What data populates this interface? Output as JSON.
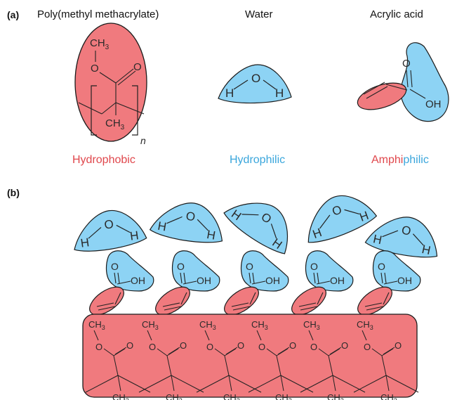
{
  "panel_a": {
    "label": "(a)",
    "molecules": [
      {
        "name": "Poly(methyl methacrylate)",
        "class": "Hydrophobic"
      },
      {
        "name": "Water",
        "class": "Hydrophilic"
      },
      {
        "name": "Acrylic acid",
        "class_part1": "Amphi",
        "class_part2": "philic"
      }
    ],
    "atoms": {
      "ch3": "CH",
      "sub3": "3",
      "o": "O",
      "h": "H",
      "oh": "OH",
      "n": "n"
    }
  },
  "panel_b": {
    "label": "(b)"
  },
  "colors": {
    "hydrophobic_fill": "#f07a7e",
    "hydrophilic_fill": "#8dd3f4",
    "hydrophobic_text": "#e0474c",
    "hydrophilic_text": "#3aa6dc",
    "outline": "#1b1b1b"
  }
}
